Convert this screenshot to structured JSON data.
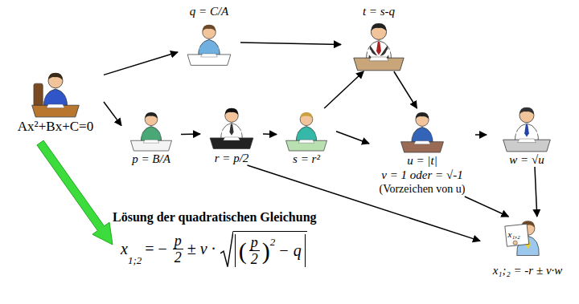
{
  "diagram": {
    "nodes": [
      {
        "text": [
          "Ax²+Bx+C=0"
        ]
      },
      {
        "text": [
          "q = C/A"
        ]
      },
      {
        "text": [
          "t = s-q"
        ]
      },
      {
        "text": [
          "p = B/A"
        ]
      },
      {
        "text": [
          "r = p/2"
        ]
      },
      {
        "text": [
          "s = r²"
        ]
      },
      {
        "text": [
          "u = |t|",
          "v = 1 oder = √-1",
          "(Vorzeichen von u)"
        ]
      },
      {
        "text": [
          "w = √u"
        ]
      },
      {
        "text": [
          "x₁,₂",
          "x₁;₂ = -r ± v·w"
        ]
      }
    ],
    "edges": [
      {
        "from": 0,
        "to": 1,
        "arrow": "to"
      },
      {
        "from": 0,
        "to": 3,
        "arrow": "to"
      },
      {
        "from": 1,
        "to": 2,
        "arrow": "to"
      },
      {
        "from": 3,
        "to": 4,
        "arrow": "to"
      },
      {
        "from": 4,
        "to": 5,
        "arrow": "to"
      },
      {
        "from": 5,
        "to": 2,
        "arrow": "to"
      },
      {
        "from": 5,
        "to": 6,
        "arrow": "to"
      },
      {
        "from": 2,
        "to": 6,
        "arrow": "to"
      },
      {
        "from": 6,
        "to": 7,
        "arrow": "to"
      },
      {
        "from": 7,
        "to": 8,
        "arrow": "to"
      },
      {
        "from": 4,
        "to": 8,
        "arrow": "to"
      },
      {
        "from": 6,
        "to": 8,
        "arrow": "to"
      }
    ],
    "labels": [
      "Lösung der quadratischen Gleichung",
      "x",
      "1;2",
      "= −",
      "p",
      "2",
      "± v ·",
      "(",
      "p",
      "2",
      ")",
      "2",
      "− q"
    ]
  }
}
